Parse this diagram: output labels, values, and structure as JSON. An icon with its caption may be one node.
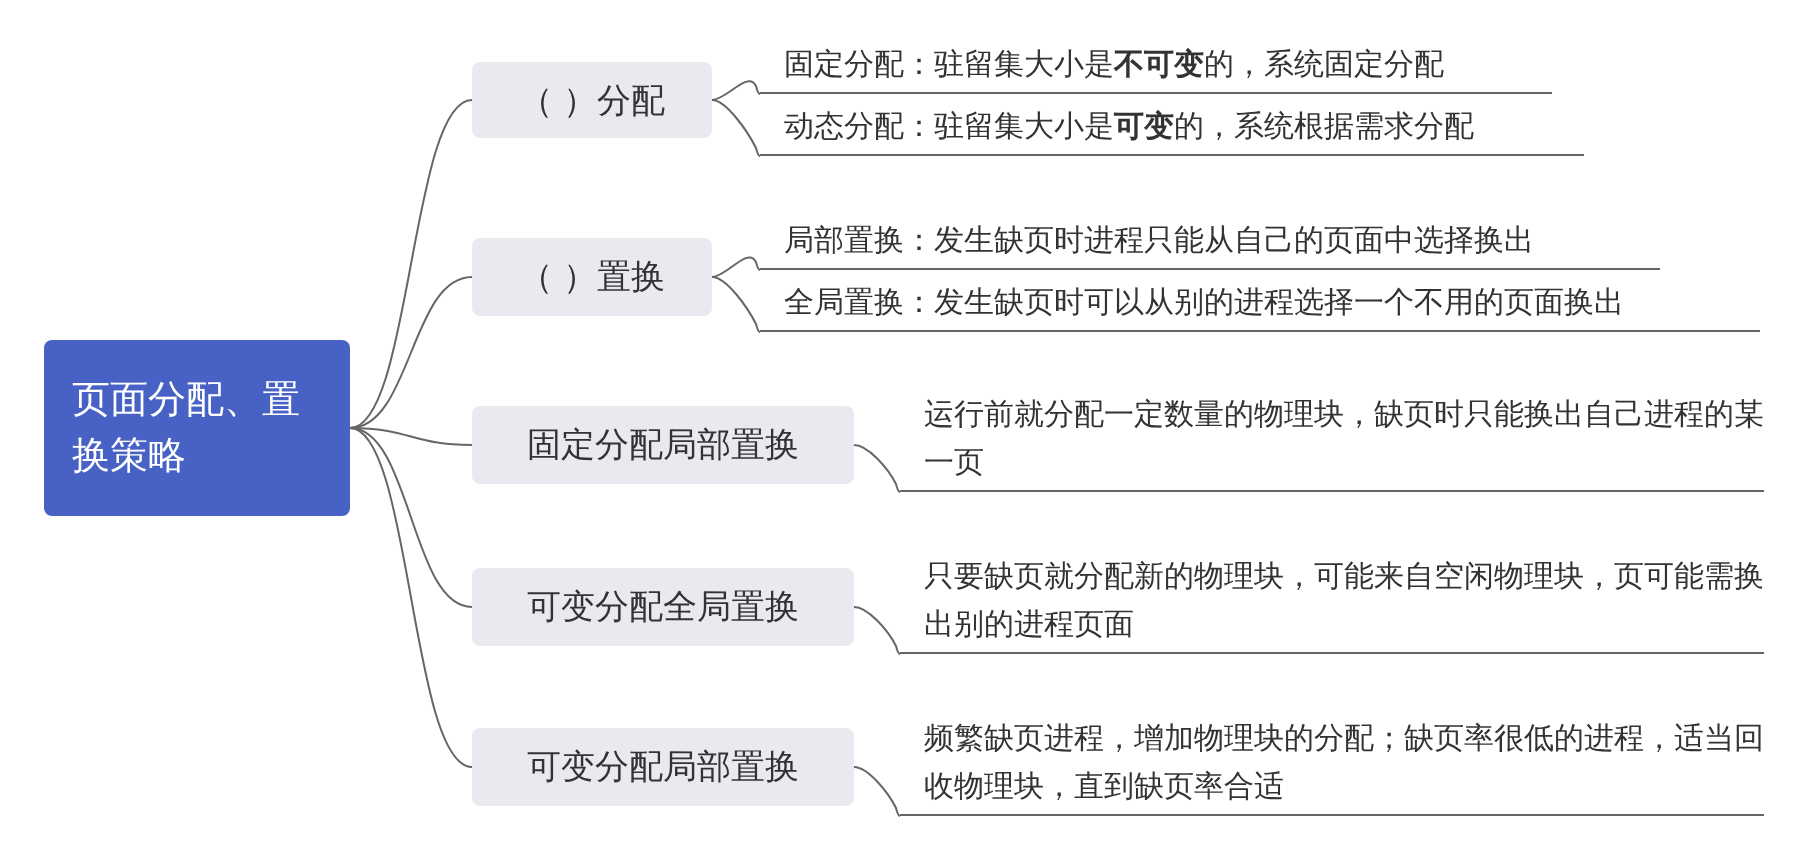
{
  "diagram": {
    "nodes": [
      {
        "text": [
          "页面分配、置换策略"
        ]
      },
      {
        "text": [
          "（ ）分配"
        ]
      },
      {
        "text": [
          "固定分配：驻留集大小是**不可变**的，系统固定分配"
        ]
      },
      {
        "text": [
          "动态分配：驻留集大小是**可变**的，系统根据需求分配"
        ]
      },
      {
        "text": [
          "（ ）置换"
        ]
      },
      {
        "text": [
          "局部置换：发生缺页时进程只能从自己的页面中选择换出"
        ]
      },
      {
        "text": [
          "全局置换：发生缺页时可以从别的进程选择一个不用的页面换出"
        ]
      },
      {
        "text": [
          "固定分配局部置换"
        ]
      },
      {
        "text": [
          "运行前就分配一定数量的物理块，缺页时只能换出自己进程的某一页"
        ]
      },
      {
        "text": [
          "可变分配全局置换"
        ]
      },
      {
        "text": [
          "只要缺页就分配新的物理块，可能来自空闲物理块，页可能需换出别的进程页面"
        ]
      },
      {
        "text": [
          "可变分配局部置换"
        ]
      },
      {
        "text": [
          "频繁缺页进程，增加物理块的分配；缺页率很低的进程，适当回收物理块，直到缺页率合适"
        ]
      }
    ],
    "edges": [
      {
        "from": 0,
        "to": 1,
        "arrow": "none"
      },
      {
        "from": 1,
        "to": 2,
        "arrow": "none"
      },
      {
        "from": 1,
        "to": 3,
        "arrow": "none"
      },
      {
        "from": 0,
        "to": 4,
        "arrow": "none"
      },
      {
        "from": 4,
        "to": 5,
        "arrow": "none"
      },
      {
        "from": 4,
        "to": 6,
        "arrow": "none"
      },
      {
        "from": 0,
        "to": 7,
        "arrow": "none"
      },
      {
        "from": 7,
        "to": 8,
        "arrow": "none"
      },
      {
        "from": 0,
        "to": 9,
        "arrow": "none"
      },
      {
        "from": 9,
        "to": 10,
        "arrow": "none"
      },
      {
        "from": 0,
        "to": 11,
        "arrow": "none"
      },
      {
        "from": 11,
        "to": 12,
        "arrow": "none"
      }
    ]
  }
}
